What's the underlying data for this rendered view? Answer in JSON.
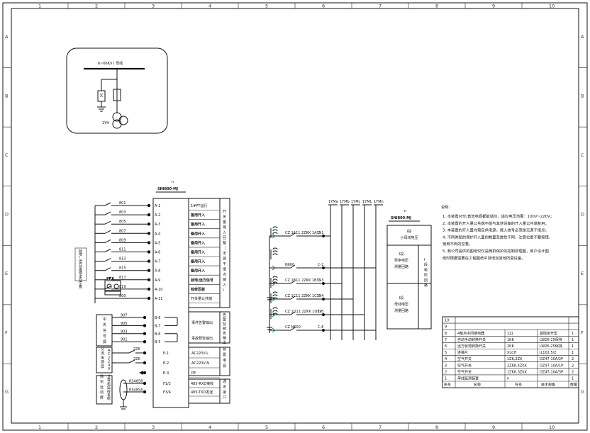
{
  "grid": {
    "cols": [
      "1",
      "2",
      "3",
      "4",
      "5",
      "6",
      "7",
      "8",
      "9",
      "10"
    ],
    "rows": [
      "A",
      "B",
      "C",
      "D",
      "E",
      "F",
      "G"
    ]
  },
  "primary": {
    "bus_label": "6~66KV I 母线",
    "pt_label": "1YH"
  },
  "terminal": {
    "code_n": "n",
    "title": "SNI800-MJ",
    "terms_a": [
      "A-1",
      "A-2",
      "A-3",
      "A-4",
      "A-5",
      "A-6",
      "A-7",
      "A-8",
      "A-9",
      "A-10",
      "A-11"
    ],
    "wires_a": [
      "801",
      "803",
      "805",
      "807",
      "809",
      "811",
      "813",
      "815",
      "817",
      "819",
      "800"
    ],
    "funcs_a": [
      "1#PT运行",
      "备用开入",
      "备用开入",
      "备用开入",
      "备用开入",
      "备用开入",
      "备用开入",
      "备用开入",
      "就地/远方信号",
      "检修压板",
      "开关量公共端"
    ],
    "group_a": "开关量输入回路（无源干接点输入）",
    "left_note": "就地/远方切换把手及压板",
    "key_label": "2KK",
    "terms_b": [
      "B-8",
      "B-7",
      "B-6",
      "B-5"
    ],
    "wires_b": [
      "907",
      "905",
      "903",
      "901"
    ],
    "funcs_b": [
      "事件告警输出",
      "事故预告输出"
    ],
    "group_b": "告警及预告输出",
    "left_b": "中央信号屏",
    "terms_e": [
      "E-1",
      "E-2",
      "E-4"
    ],
    "wires_e": [
      "2ZK",
      "2ZK"
    ],
    "funcs_e": [
      "AC220V-L",
      "AC220V-N",
      "PE"
    ],
    "group_e": "装置电源",
    "left_e": "交流电源屏",
    "left_e2": "AC220V",
    "terms_f": [
      "F1/2",
      "F3/4"
    ],
    "wires_f": [
      "RS485B",
      "RS485A"
    ],
    "funcs_f": [
      "485-RXD接收",
      "485-TXD发送"
    ],
    "group_f": "通讯接口",
    "left_f": "通讯远动屏",
    "left_f2": "计算机监控系统"
  },
  "secondary": {
    "buses": [
      "1YMa",
      "1YMb",
      "1YMc",
      "1YML",
      "1YMn"
    ],
    "rows": [
      {
        "label": "CZ 1A11 2ZKK 1A39",
        "term": "C-1"
      },
      {
        "label": "N600",
        "term": "C-2"
      },
      {
        "label": "CZ 1B11 2ZKK 1B39",
        "term": "C-3"
      },
      {
        "label": "CZ 1C11 2ZKK 1C39",
        "term": "C-4"
      },
      {
        "label": "CZ 1D11 2ZKK 1D39",
        "term": "C-5"
      },
      {
        "label": "CZ N600",
        "term": "C-6"
      }
    ],
    "box_code": "n",
    "box_title": "SNI800-MJ",
    "sections": [
      "I段\n小母线电压",
      "I段\n零序电压\n测量回路",
      "I段\n母线电压\n测量回路"
    ],
    "side_label": "I段电压回路"
  },
  "notes": {
    "title": "说明：",
    "lines": [
      "1. 本装置对交/直流电源都能适应，适应电压范围：100V~220V；",
      "2. 本装置的开入量公共端不能与其他设备的开入量公共端复用；",
      "3. 本装置的开入量均需自供电源，接入信号必须是无源干接点；",
      "4. 不同类型的保护开入量的数量及属性不同，注意位置不要接错，",
      "   使用不到的空着。",
      "5. 我公司提供的图纸仅仅是微机保护的控制原理图，用户设计图",
      "   纸时根据需要在工程图纸中另增加其他所需设备。"
    ]
  },
  "bom": {
    "headers": [
      "序号",
      "名称",
      "符号",
      "技术规格",
      "数量"
    ],
    "rows": [
      [
        "10",
        "",
        "",
        "",
        ""
      ],
      [
        "9",
        "",
        "",
        "",
        ""
      ],
      [
        "8",
        "4触点中间继电器",
        "1ZJ",
        "基础资开型",
        "1"
      ],
      [
        "7",
        "自动手动转换开关",
        "1KK",
        "LW26-25保持",
        "1"
      ],
      [
        "6",
        "远方就地转换开关",
        "2KK",
        "LW26-25保持",
        "1"
      ],
      [
        "5",
        "连接片",
        "XLCH",
        "JL102.5/2",
        "1"
      ],
      [
        "4",
        "空气开关",
        "1ZK,2ZK",
        "DZ47-10A/2P",
        "2"
      ],
      [
        "3",
        "空气开关",
        "2ZKK,4ZKK",
        "DZ47-10A/1P",
        "2"
      ],
      [
        "2",
        "空气开关",
        "1ZKK,3ZKK",
        "DZ47-10A/3P",
        "2"
      ],
      [
        "1",
        "母线监测装置",
        "n",
        "",
        "1"
      ]
    ]
  }
}
